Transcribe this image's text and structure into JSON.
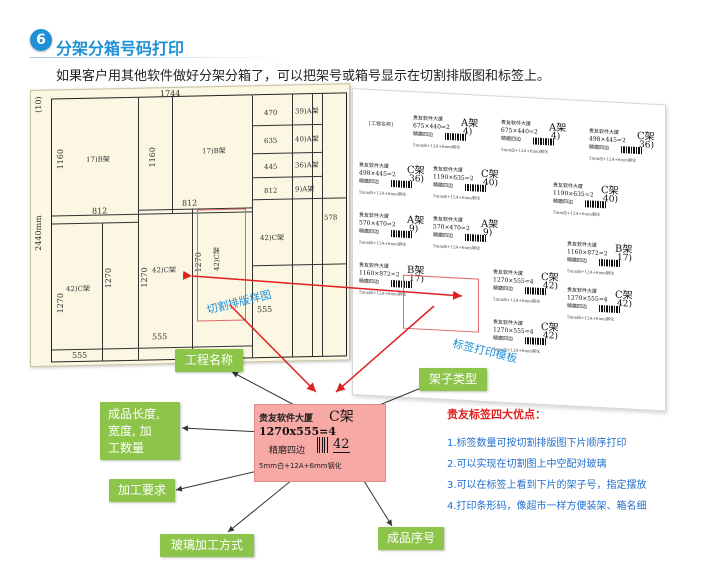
{
  "step_number": "6",
  "section_title": "分架分箱号码打印",
  "intro_text": "如果客户用其他软件做好分架分箱了，可以把架号或箱号显示在切割排版图和标签上。",
  "cutting_diagram": {
    "caption": "切割排版样图",
    "dimensions": {
      "top_width": "1744",
      "sheet_height": "2440mm",
      "corner": "(10)",
      "left_upper": "1160",
      "left_lower": "1270",
      "middle_upper": "1160",
      "middle_lower": "1270",
      "w812_left": "812",
      "w812_right": "812",
      "w555_left": "555",
      "w555_right": "555",
      "w555_mid": "555",
      "h1270_c": "1270",
      "h1270_d": "1270"
    },
    "cells": {
      "c17b": "17)B架",
      "c17b2": "17)B架",
      "c42c": "42)C架",
      "c42c2": "42)C架",
      "c42c3": "42)C架",
      "c42c4": "42)C架",
      "c39a": "39)A架",
      "c40a": "40)A架",
      "c36a": "36)A架",
      "c9a": "9)A架",
      "v470": "470",
      "v635": "635",
      "v445": "445",
      "v812": "812",
      "v578": "578"
    }
  },
  "label_template": {
    "caption": "标签打印模板",
    "header_note": "[工程名称]",
    "labels": [
      {
        "company": "贵友软件大厦",
        "rack": "A架",
        "size": "675×440=2",
        "seq": "4)",
        "edge": "精磨四边",
        "process": "5mm白+12A+6mm钢化"
      },
      {
        "company": "贵友软件大厦",
        "rack": "A架",
        "size": "675×440=2",
        "seq": "4)",
        "edge": "精磨四边",
        "process": "5mm白+12A+6mm钢化"
      },
      {
        "company": "贵友软件大厦",
        "rack": "C架",
        "size": "498×445=2",
        "seq": "36)",
        "edge": "精磨四边",
        "process": "5mm白+12A+6mm钢化"
      },
      {
        "company": "贵友软件大厦",
        "rack": "C架",
        "size": "498×445=2",
        "seq": "36)",
        "edge": "精磨四边",
        "process": "5mm白+12A+6mm钢化"
      },
      {
        "company": "贵友软件大厦",
        "rack": "C架",
        "size": "1190×635=2",
        "seq": "40)",
        "edge": "精磨四边",
        "process": "5mm白+12A+6mm钢化"
      },
      {
        "company": "贵友软件大厦",
        "rack": "C架",
        "size": "1190×635=2",
        "seq": "40)",
        "edge": "精磨四边",
        "process": "5mm白+12A+6mm钢化"
      },
      {
        "company": "贵友软件大厦",
        "rack": "A架",
        "size": "570×470=2",
        "seq": "9)",
        "edge": "精磨四边",
        "process": "5mm白+12A+6mm钢化"
      },
      {
        "company": "贵友软件大厦",
        "rack": "A架",
        "size": "570×470=2",
        "seq": "9)",
        "edge": "精磨四边",
        "process": "5mm白+12A+6mm钢化"
      },
      {
        "company": "贵友软件大厦",
        "rack": "B架",
        "size": "1160×872=2",
        "seq": "17)",
        "edge": "精磨四边",
        "process": "5mm白+12A+6mm钢化"
      },
      {
        "company": "贵友软件大厦",
        "rack": "B架",
        "size": "1160×872=2",
        "seq": "17)",
        "edge": "精磨四边",
        "process": "5mm白+12A+6mm钢化"
      },
      {
        "company": "贵友软件大厦",
        "rack": "C架",
        "size": "1270×555=4",
        "seq": "42)",
        "edge": "精磨四边",
        "process": "5mm白+12A+6mm钢化"
      },
      {
        "company": "贵友软件大厦",
        "rack": "C架",
        "size": "1270×555=4",
        "seq": "42)",
        "edge": "精磨四边",
        "process": "5mm白+12A+6mm钢化"
      },
      {
        "company": "贵友软件大厦",
        "rack": "C架",
        "size": "1270×555=4",
        "seq": "42)",
        "edge": "精磨四边",
        "process": "5mm白+12A+6mm钢化"
      }
    ]
  },
  "sample_label": {
    "company": "贵友软件大厦",
    "rack": "C架",
    "size": "1270x555=4",
    "edge": "精磨四边",
    "seq": "42",
    "process": "5mm白+12A+6mm钢化"
  },
  "callouts": {
    "project_name": "工程名称",
    "rack_type": "架子类型",
    "dims_line1": "成品长度,",
    "dims_line2": "宽度, 加",
    "dims_line3": "工数量",
    "process_req": "加工要求",
    "glass_method": "玻璃加工方式",
    "product_seq": "成品序号"
  },
  "advantages": {
    "title": "贵友标签四大优点：",
    "items": [
      "1.标签数量可按切割排版图下片顺序打印",
      "2.可以实现在切割图上中空配对玻璃",
      "3.可以在标签上看到下片的架子号，指定摆放",
      "4.打印条形码，像超市一样方便装架、箱名细"
    ]
  },
  "colors": {
    "accent_blue": "#1f8fd6",
    "callout_green": "#8cc54a",
    "label_pink": "#f7a9a5",
    "highlight_red": "#e06a6a",
    "advantage_red": "#e02020",
    "advantage_blue": "#1f6fcf"
  }
}
